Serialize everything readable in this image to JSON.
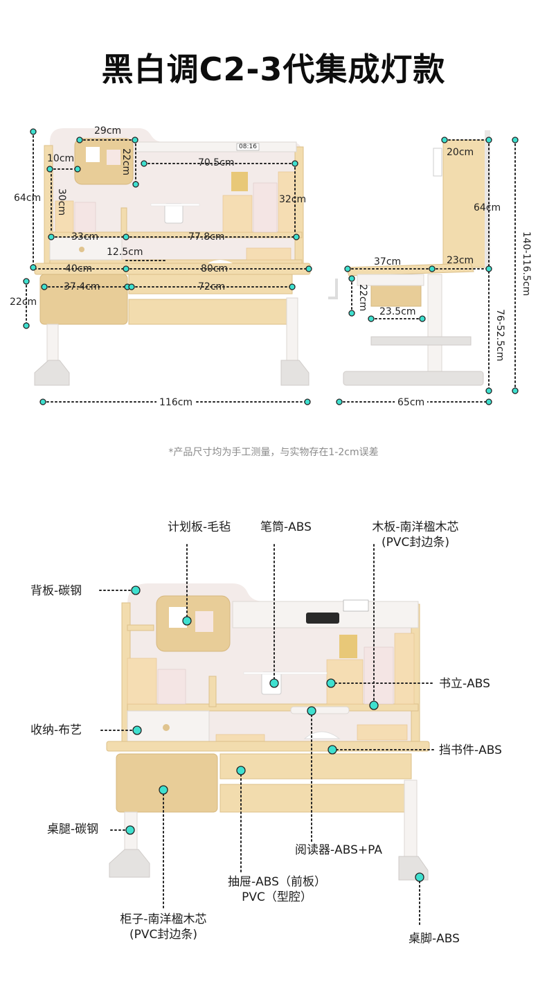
{
  "title": "黑白调C2-3代集成灯款",
  "note": "*产品尺寸均为手工测量，与实物存在1-2cm误差",
  "front_dims": {
    "d29": "29cm",
    "d10": "10cm",
    "d22a": "22cm",
    "d70": "70.5cm",
    "d64": "64cm",
    "d30": "30cm",
    "d32": "32cm",
    "d33": "33cm",
    "d77": "77.8cm",
    "d125": "12.5cm",
    "d40": "40cm",
    "d80": "80cm",
    "d374": "37.4cm",
    "d72": "72cm",
    "d22b": "22cm",
    "d116": "116cm"
  },
  "side_dims": {
    "d20": "20cm",
    "d64": "64cm",
    "d37": "37cm",
    "d23": "23cm",
    "d22": "22cm",
    "d235": "23.5cm",
    "d65": "65cm",
    "dh1": "140-116.5cm",
    "dh2": "76-52.5cm"
  },
  "display_time": "08:16",
  "labels": {
    "planner": "计划板-毛毡",
    "pen": "笔筒-ABS",
    "board_l1": "木板-南洋楹木芯",
    "board_l2": "(PVC封边条)",
    "back": "背板-碳钢",
    "bookend": "书立-ABS",
    "storage": "收纳-布艺",
    "stopper": "挡书件-ABS",
    "leg": "桌腿-碳钢",
    "reader": "阅读器-ABS+PA",
    "drawer_l1": "抽屉-ABS（前板）",
    "drawer_l2": "PVC（型腔）",
    "cabinet_l1": "柜子-南洋楹木芯",
    "cabinet_l2": "(PVC封边条)",
    "foot": "桌脚-ABS"
  },
  "colors": {
    "wood": "#f2dcae",
    "wood_dark": "#e3c58e",
    "white": "#f7f4f2",
    "marker": "#3fe0cf"
  }
}
